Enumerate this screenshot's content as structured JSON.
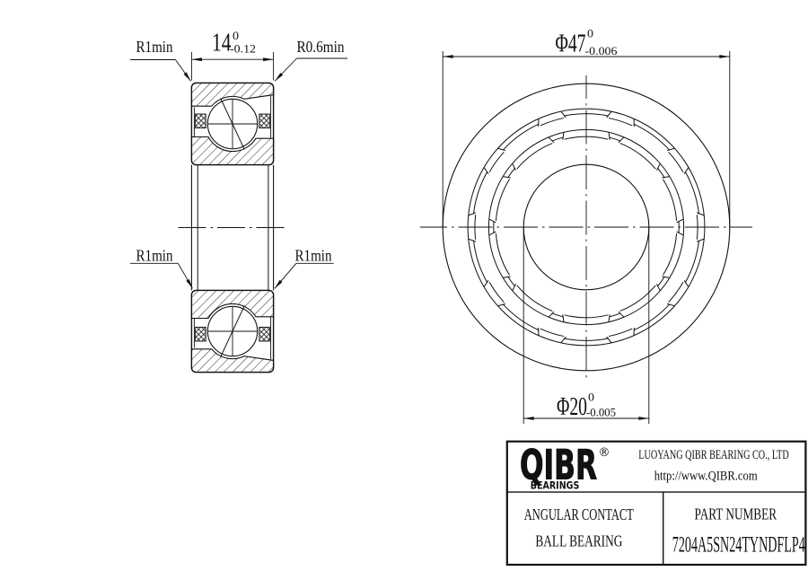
{
  "section_view": {
    "width_dimension": {
      "value": "14",
      "upper_tolerance": "0",
      "lower_tolerance": "-0.12"
    },
    "fillet_label_outer_left": "R1min",
    "fillet_label_outer_right": "R0.6min",
    "fillet_label_inner_left": "R1min",
    "fillet_label_inner_right": "R1min"
  },
  "front_view": {
    "outer_diameter_dimension": {
      "value": "Φ47",
      "upper_tolerance": "0",
      "lower_tolerance": "-0.006"
    },
    "bore_diameter_dimension": {
      "value": "Φ20",
      "upper_tolerance": "0",
      "lower_tolerance": "-0.005"
    }
  },
  "title_block": {
    "logo_text": "QIBR",
    "logo_registered_mark": "®",
    "logo_tagline": "BEARINGS",
    "company_name": "LUOYANG QIBR BEARING CO., LTD",
    "website": "http://www.QIBR.com",
    "product_line1": "ANGULAR CONTACT",
    "product_line2": "BALL BEARING",
    "part_number_label": "PART NUMBER",
    "part_number": "7204A5SN24TYNDFLP4"
  }
}
